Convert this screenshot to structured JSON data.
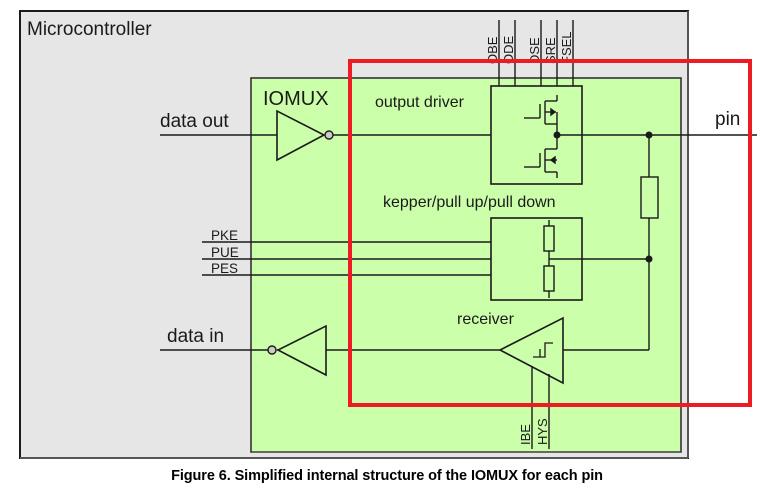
{
  "diagram": {
    "outer_block": {
      "label": "Microcontroller"
    },
    "iomux_block": {
      "label": "IOMUX"
    },
    "inputs_left": {
      "data_out": "data out",
      "data_in": "data in",
      "pull_controls": [
        "PKE",
        "PUE",
        "PES"
      ]
    },
    "output_driver": {
      "label": "output driver",
      "control_signals": [
        "OBE",
        "ODE",
        "DSE",
        "SRE",
        "FSEL"
      ]
    },
    "keeper": {
      "label": "kepper/pull up/pull down"
    },
    "receiver": {
      "label": "receiver",
      "control_signals": [
        "IBE",
        "HYS"
      ]
    },
    "pin": {
      "label": "pin"
    },
    "highlight": {
      "color": "#ed1c24",
      "meaning": "highlighted pad region"
    },
    "colors": {
      "outer_fill": "#e6e6e6",
      "iomux_fill": "#ccffaa",
      "line": "#1a1a1a"
    }
  },
  "caption": "Figure 6. Simplified internal structure of the IOMUX for each pin"
}
